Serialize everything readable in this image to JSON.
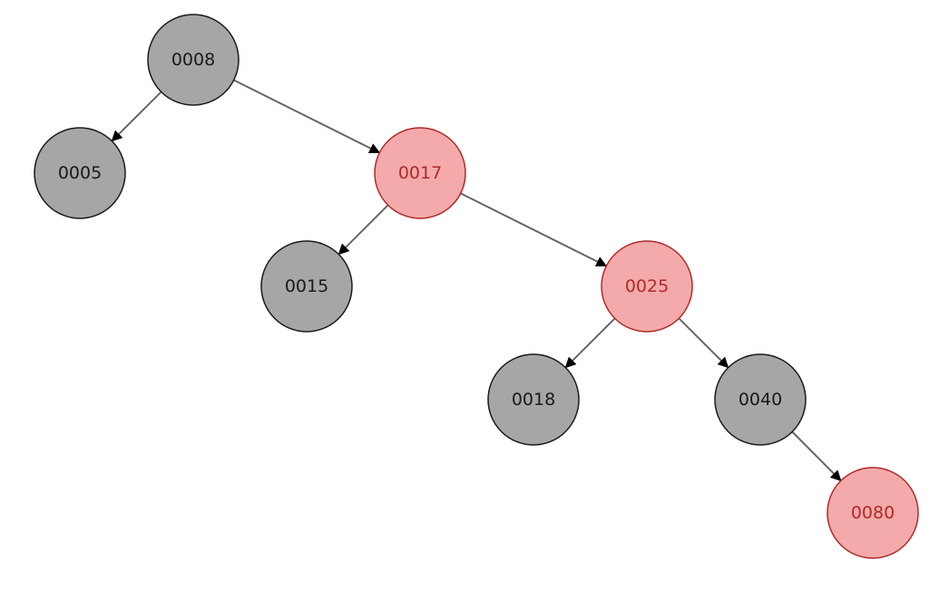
{
  "tree": {
    "nodes": [
      {
        "id": "n8",
        "label": "0008",
        "color": "black"
      },
      {
        "id": "n5",
        "label": "0005",
        "color": "black"
      },
      {
        "id": "n17",
        "label": "0017",
        "color": "red"
      },
      {
        "id": "n15",
        "label": "0015",
        "color": "black"
      },
      {
        "id": "n25",
        "label": "0025",
        "color": "red"
      },
      {
        "id": "n18",
        "label": "0018",
        "color": "black"
      },
      {
        "id": "n40",
        "label": "0040",
        "color": "black"
      },
      {
        "id": "n80",
        "label": "0080",
        "color": "red"
      }
    ],
    "edges": [
      {
        "from": "n8",
        "to": "n5"
      },
      {
        "from": "n8",
        "to": "n17"
      },
      {
        "from": "n17",
        "to": "n15"
      },
      {
        "from": "n17",
        "to": "n25"
      },
      {
        "from": "n25",
        "to": "n18"
      },
      {
        "from": "n25",
        "to": "n40"
      },
      {
        "from": "n40",
        "to": "n80"
      }
    ]
  },
  "colors": {
    "black_fill": "#a6a6a6",
    "black_stroke": "#1a1a1a",
    "black_text": "#1a1a1a",
    "red_fill": "#f4aaaa",
    "red_stroke": "#b02a2a",
    "red_text": "#b02a2a",
    "edge": "#666666",
    "arrowhead": "#000000"
  }
}
